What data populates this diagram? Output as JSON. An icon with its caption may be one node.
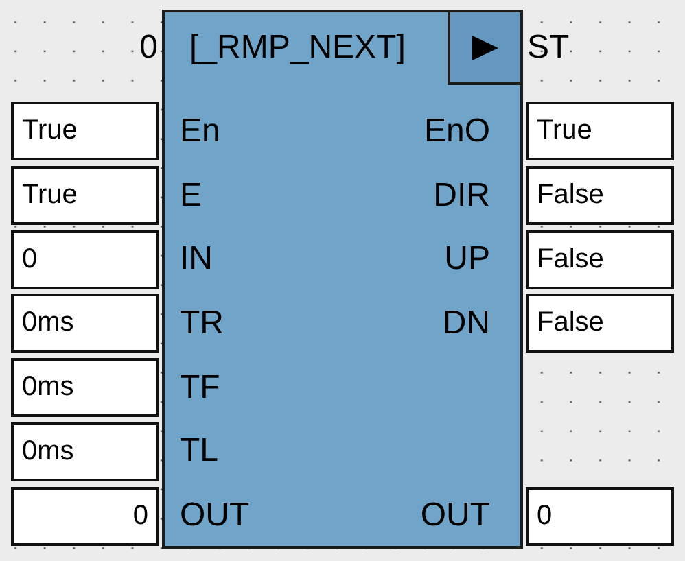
{
  "diagram": {
    "nodes": [
      {
        "text": [
          "[_RMP_NEXT]",
          "En",
          "EnO",
          "E",
          "DIR",
          "IN",
          "UP",
          "TR",
          "DN",
          "TF",
          "TL",
          "OUT",
          "OUT"
        ],
        "beside": [
          "0",
          "ST"
        ]
      },
      {
        "text": [
          "True"
        ]
      },
      {
        "text": [
          "True"
        ]
      },
      {
        "text": [
          "True"
        ]
      },
      {
        "text": [
          "False"
        ]
      },
      {
        "text": [
          "0"
        ]
      },
      {
        "text": [
          "False"
        ]
      },
      {
        "text": [
          "0ms"
        ]
      },
      {
        "text": [
          "False"
        ]
      },
      {
        "text": [
          "0ms"
        ]
      },
      {
        "text": [
          "0ms"
        ]
      },
      {
        "text": [
          "0"
        ]
      },
      {
        "text": [
          "0"
        ]
      }
    ]
  }
}
